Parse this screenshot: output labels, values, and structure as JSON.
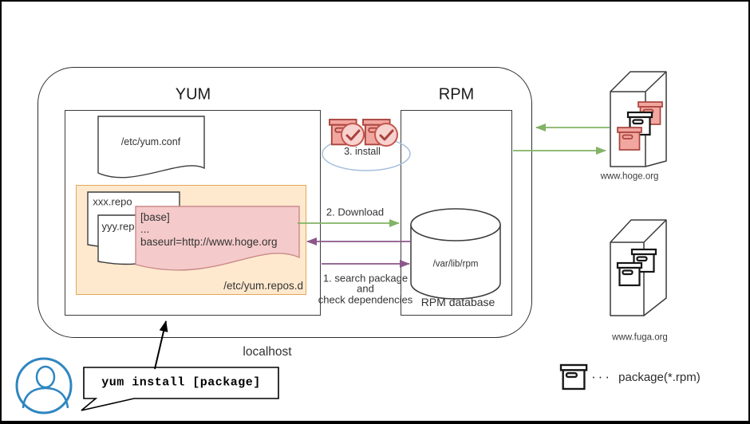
{
  "colors": {
    "green": "#82b366",
    "purple": "#8a5788",
    "orange-fill": "#ffe9ce",
    "orange-stroke": "#e3a857",
    "pink-fill": "#f5caca",
    "pink-stroke": "#c98a8a",
    "red-pkg-fill": "#f2a6a0",
    "red-pkg-stroke": "#a8453d",
    "check-fill": "#f8d2cf",
    "check-stroke": "#c4574f",
    "check-mark": "#a8423c",
    "ellipse-stroke": "#a3bfdd",
    "person-blue": "#2e86c1"
  },
  "localhost": {
    "label": "localhost"
  },
  "yum": {
    "title": "YUM",
    "conf_file": "/etc/yum.conf",
    "repos_dir": "/etc/yum.repos.d",
    "repo_file_1": "xxx.repo",
    "repo_file_2": "yyy.rep",
    "repo_content": {
      "line1": "[base]",
      "line2": "...",
      "line3": "baseurl=http://www.hoge.org"
    }
  },
  "rpm": {
    "title": "RPM",
    "db_path": "/var/lib/rpm",
    "db_label": "RPM database"
  },
  "flow": {
    "step1_line1": "1. search package",
    "step1_line2": "and",
    "step1_line3": "check dependencies",
    "step2": "2. Download",
    "step3": "3. install"
  },
  "servers": {
    "hoge": "www.hoge.org",
    "fuga": "www.fuga.org"
  },
  "user": {
    "command": "yum install [package]"
  },
  "legend": {
    "dots": "···",
    "label": "package(*.rpm)"
  }
}
